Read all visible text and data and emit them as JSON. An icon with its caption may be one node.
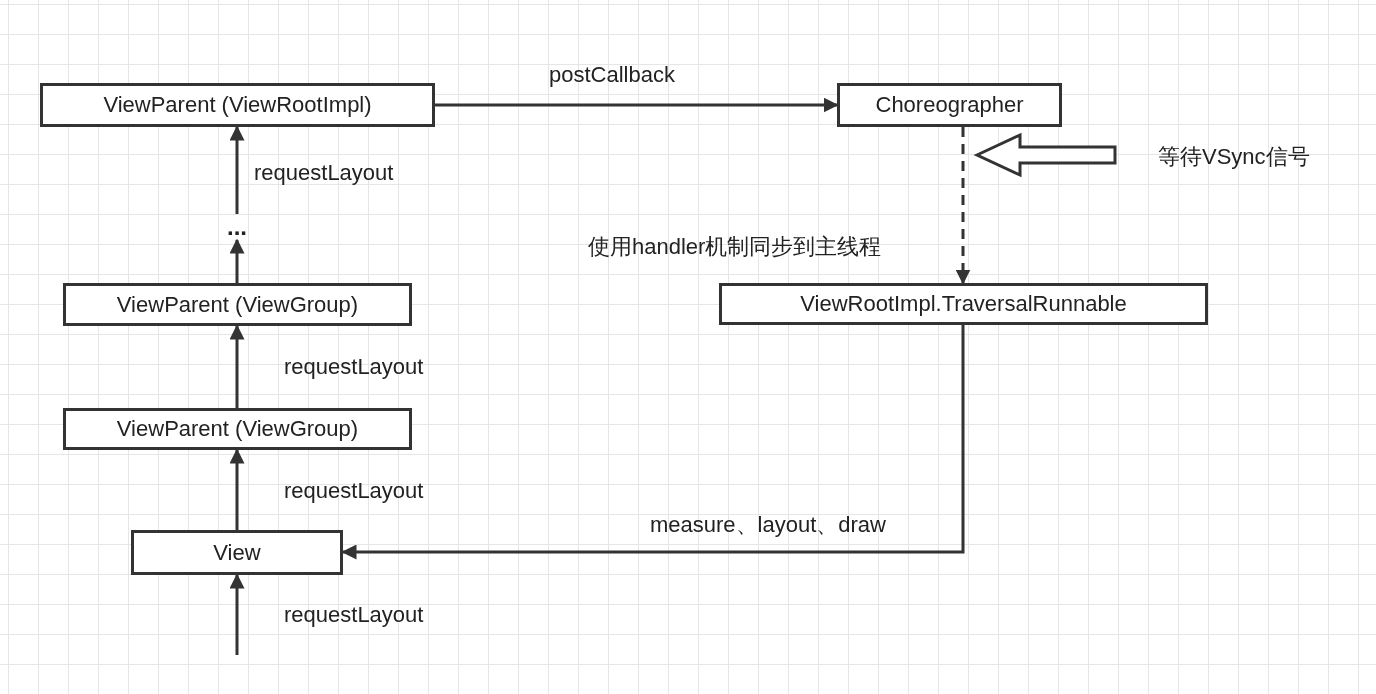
{
  "diagram": {
    "nodes": [
      {
        "text": [
          "ViewParent (ViewRootImpl)"
        ]
      },
      {
        "text": [
          "Choreographer"
        ]
      },
      {
        "text": [
          "..."
        ]
      },
      {
        "text": [
          "ViewParent (ViewGroup)"
        ]
      },
      {
        "text": [
          "ViewParent (ViewGroup)"
        ]
      },
      {
        "text": [
          "View"
        ]
      },
      {
        "text": [
          "ViewRootImpl.TraversalRunnable"
        ]
      }
    ],
    "edges": [
      {
        "from": 5,
        "to": 4,
        "arrow": "to",
        "label": "requestLayout"
      },
      {
        "from": 4,
        "to": 3,
        "arrow": "to",
        "label": "requestLayout"
      },
      {
        "from": 3,
        "to": 2,
        "arrow": "to"
      },
      {
        "from": 2,
        "to": 0,
        "arrow": "to",
        "label": "requestLayout"
      },
      {
        "from": null,
        "to": 5,
        "arrow": "to",
        "label": "requestLayout"
      },
      {
        "from": 0,
        "to": 1,
        "arrow": "to",
        "label": "postCallback"
      },
      {
        "from": 1,
        "to": 6,
        "arrow": "to",
        "label": "使用handler机制同步到主线程",
        "style": "dashed"
      },
      {
        "from": 6,
        "to": 5,
        "arrow": "to",
        "label": "measure、layout、draw"
      }
    ],
    "labels": [
      "等待VSync信号"
    ]
  }
}
